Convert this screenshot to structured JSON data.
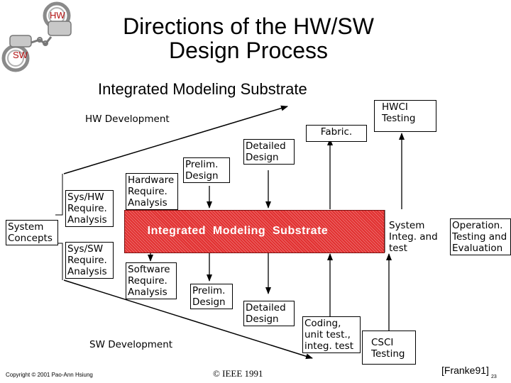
{
  "logo": {
    "hw": "HW",
    "sw": "SW"
  },
  "title": "Directions of the HW/SW\nDesign Process",
  "subtitle": "Integrated Modeling Substrate",
  "diagram": {
    "hw_development": "HW Development",
    "sw_development": "SW Development",
    "system_concepts": "System\nConcepts",
    "sys_hw_req": "Sys/HW\nRequire.\nAnalysis",
    "sys_sw_req": "Sys/SW\nRequire.\nAnalysis",
    "hardware_req": "Hardware\nRequire.\nAnalysis",
    "software_req": "Software\nRequire.\nAnalysis",
    "hw_prelim": "Prelim.\nDesign",
    "sw_prelim": "Prelim.\nDesign",
    "hw_detailed": "Detailed\nDesign",
    "sw_detailed": "Detailed\nDesign",
    "fabric": "Fabric.",
    "hwci_testing": "HWCI\nTesting",
    "coding": "Coding,\nunit test.,\ninteg. test",
    "csci_testing": "CSCI\nTesting",
    "system_integ": "System\nInteg. and\ntest",
    "operation": "Operation.\nTesting and\nEvaluation",
    "substrate_label": "Integrated  Modeling  Substrate"
  },
  "footer": {
    "copyright": "Copyright © 2001 Pao-Ann Hsiung",
    "ieee": "© IEEE 1991",
    "reference": "[Franke91]",
    "page": "23"
  }
}
